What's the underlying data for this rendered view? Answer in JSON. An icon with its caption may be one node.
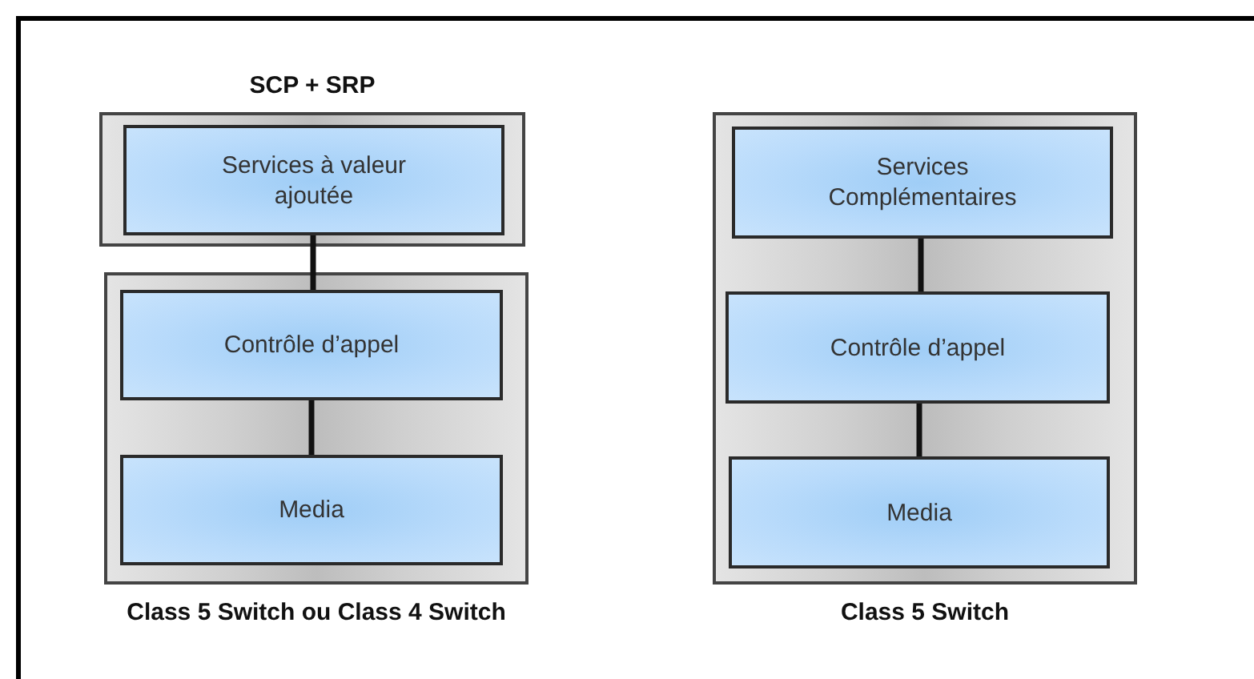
{
  "diagram": {
    "nodes": [
      {
        "text": [
          "SCP + SRP"
        ]
      },
      {
        "text": [
          "Services à valeur ajoutée"
        ],
        "in": 0
      },
      {
        "text": [
          "Class 5 Switch ou Class 4 Switch"
        ]
      },
      {
        "text": [
          "Contrôle d’appel"
        ],
        "in": 2
      },
      {
        "text": [
          "Media"
        ],
        "in": 2
      },
      {
        "text": [
          "Class 5 Switch"
        ]
      },
      {
        "text": [
          "Services Complémentaires"
        ],
        "in": 5
      },
      {
        "text": [
          "Contrôle d’appel"
        ],
        "in": 5
      },
      {
        "text": [
          "Media"
        ],
        "in": 5
      }
    ],
    "edges": [
      {
        "from": 1,
        "to": 3,
        "arrow": "none"
      },
      {
        "from": 3,
        "to": 4,
        "arrow": "none"
      },
      {
        "from": 6,
        "to": 7,
        "arrow": "none"
      },
      {
        "from": 7,
        "to": 8,
        "arrow": "none"
      }
    ]
  }
}
